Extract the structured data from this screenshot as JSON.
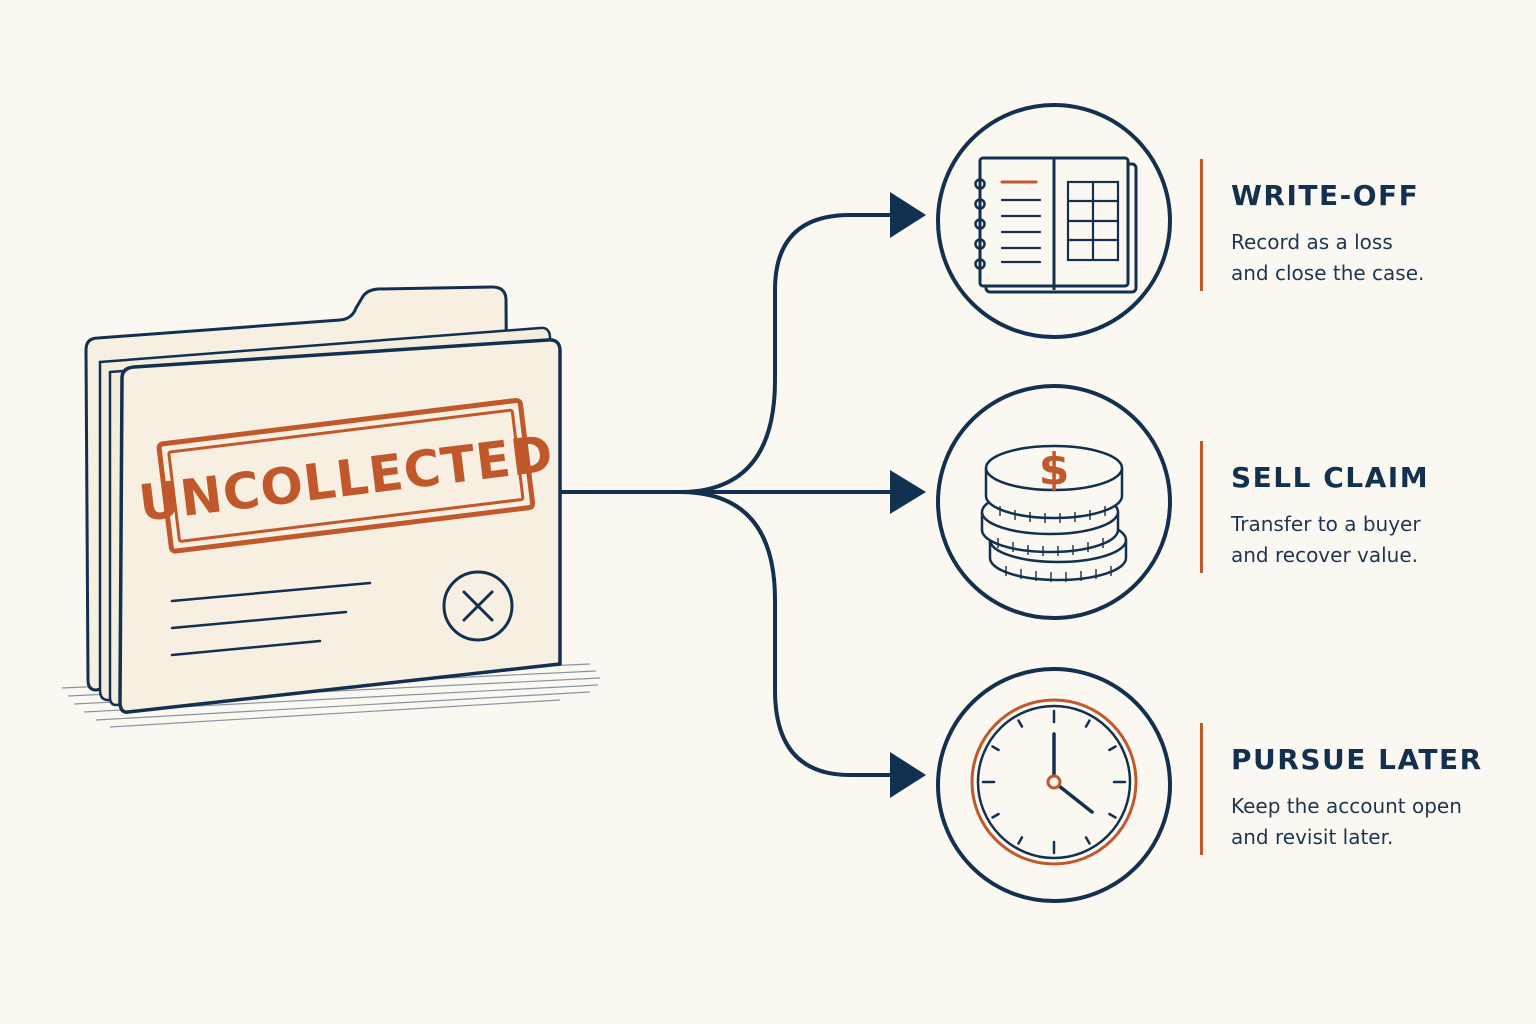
{
  "folder": {
    "stamp_text": "UNCOLLECTED",
    "status_icon": "x-circle-icon"
  },
  "options": [
    {
      "icon": "ledger-book-icon",
      "title": "WRITE-OFF",
      "desc_line1": "Record as a loss",
      "desc_line2": "and close the case."
    },
    {
      "icon": "coin-stack-icon",
      "title": "SELL CLAIM",
      "desc_line1": "Transfer to a buyer",
      "desc_line2": "and recover value.",
      "icon_symbol": "$"
    },
    {
      "icon": "clock-icon",
      "title": "PURSUE LATER",
      "desc_line1": "Keep the account open",
      "desc_line2": "and revisit later."
    }
  ],
  "colors": {
    "navy": "#12304f",
    "accent": "#c0582b",
    "paper": "#f6efe2",
    "background": "#fbf8f1"
  }
}
